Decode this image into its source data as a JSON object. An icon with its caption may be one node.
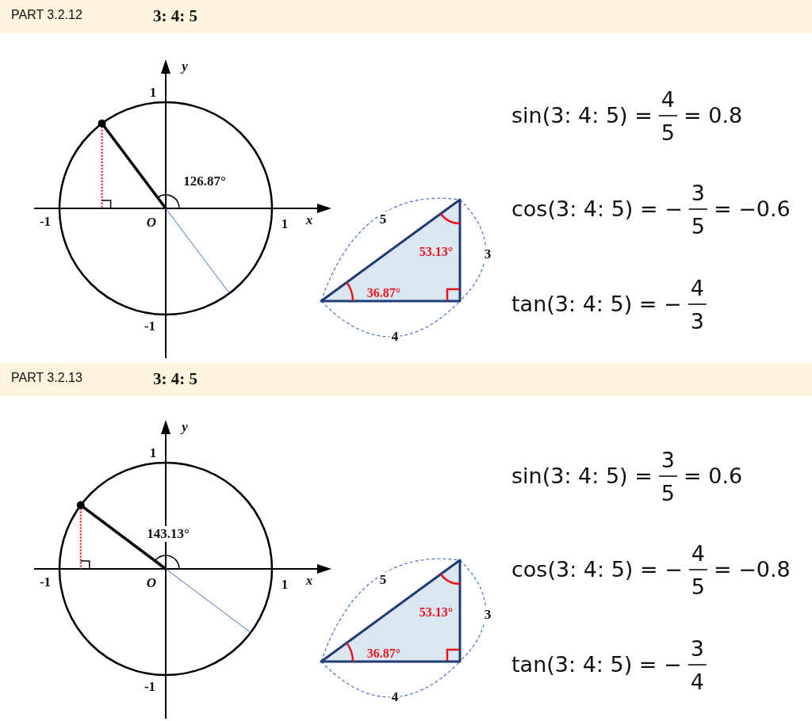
{
  "diagram": {
    "nodes": [
      {
        "text": [
          "PART 3.2.12",
          "3: 4: 5"
        ]
      },
      {
        "text": [
          "PART 3.2.13",
          "3: 4: 5"
        ]
      }
    ],
    "labels": [
      "y",
      "1",
      "126.87°",
      "-1",
      "O",
      "1",
      "x",
      "-1",
      "5",
      "53.13°",
      "3",
      "36.87°",
      "4",
      "sin(3: 4: 5) =",
      "4",
      "5",
      "= 0.8",
      "cos(3: 4: 5) = −",
      "3",
      "5",
      "= −0.6",
      "tan(3: 4: 5) = −",
      "4",
      "3",
      "y",
      "1",
      "143.13°",
      "-1",
      "O",
      "1",
      "x",
      "-1",
      "5",
      "53.13°",
      "3",
      "36.87°",
      "4",
      "sin(3: 4: 5) =",
      "3",
      "5",
      "= 0.6",
      "cos(3: 4: 5) = −",
      "4",
      "5",
      "= −0.8",
      "tan(3: 4: 5) = −",
      "3",
      "4"
    ]
  }
}
